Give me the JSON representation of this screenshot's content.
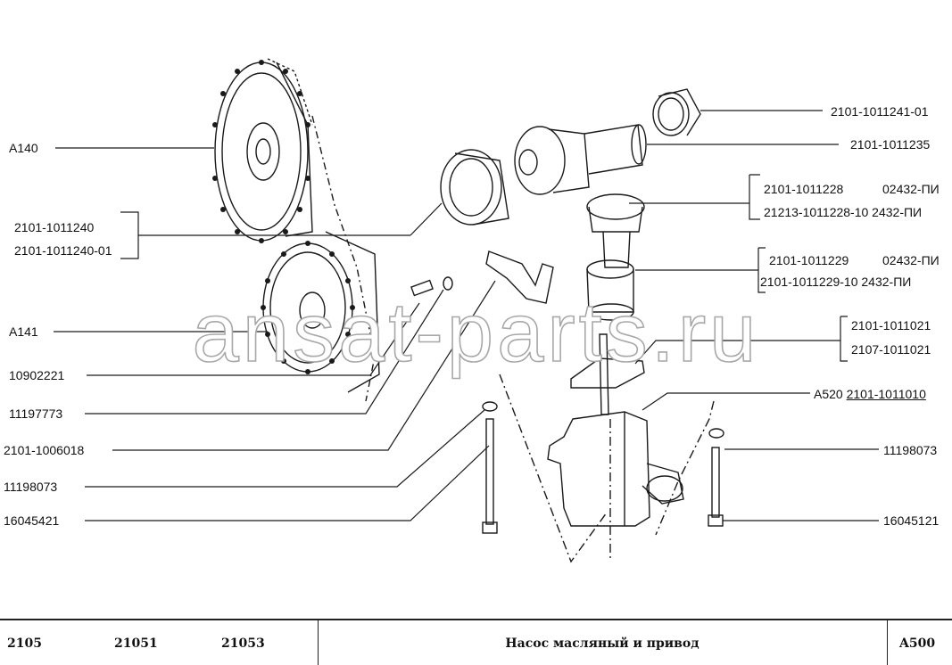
{
  "watermark": "ansat-parts.ru",
  "labels": {
    "a140": "A140",
    "sprocket_a": "2101-1011240",
    "sprocket_b": "2101-1011240-01",
    "a141": "A141",
    "p10902221": "10902221",
    "p11197773": "11197773",
    "p2101_1006018": "2101-1006018",
    "p11198073_left": "11198073",
    "p16045421": "16045421",
    "bushing": "2101-1011241-01",
    "shaft": "2101-1011235",
    "gear_a_code": "2101-1011228",
    "gear_a_tail": "02432-ПИ",
    "gear_b": "21213-1011228-10 2432-ПИ",
    "gear_c_code": "2101-1011229",
    "gear_c_tail": "02432-ПИ",
    "gear_d": "2101-1011229-10  2432-ПИ",
    "gasket_a": "2101-1011021",
    "gasket_b": "2107-1011021",
    "pump_prefix": "A520",
    "pump_code": "2101-1011010",
    "p11198073_right": "11198073",
    "p16045121": "16045121"
  },
  "footer": {
    "model1": "2105",
    "model2": "21051",
    "model3": "21053",
    "title": "Насос масляный и привод",
    "code": "A500"
  }
}
